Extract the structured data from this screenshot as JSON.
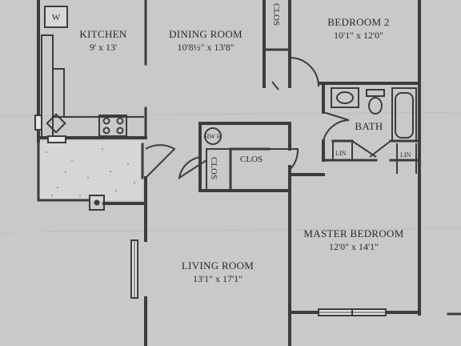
{
  "rooms": {
    "kitchen": {
      "name": "KITCHEN",
      "dims": "9' x 13'"
    },
    "dining_room": {
      "name": "DINING ROOM",
      "dims": "10'8½\" x 13'8\""
    },
    "bedroom_2": {
      "name": "BEDROOM 2",
      "dims": "10'1\" x 12'0\""
    },
    "bath": {
      "name": "BATH"
    },
    "master_bedroom": {
      "name": "MASTER BEDROOM",
      "dims": "12'0\" x 14'1\""
    },
    "living_room": {
      "name": "LIVING ROOM",
      "dims": "13'1\" x 17'1\""
    }
  },
  "closets": {
    "top_closet": "CLOS",
    "hall_closet": "CLOS",
    "small_closet": "CLOS",
    "linen_1": "LIN",
    "linen_2": "LIN"
  },
  "fixtures": {
    "washer": "W",
    "water_heater": "HW H"
  },
  "colors": {
    "paper": "#c9c9c9",
    "wall": "#3c3c3c",
    "patio": "#d6d6d6",
    "ink": "#2a2a2a"
  }
}
